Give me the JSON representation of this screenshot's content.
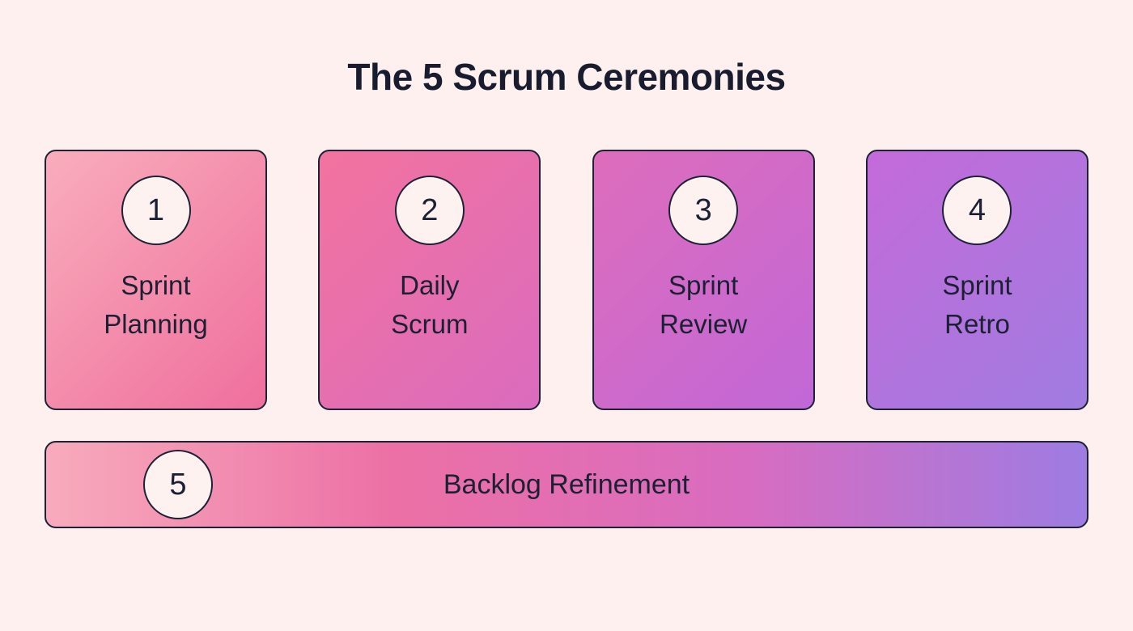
{
  "title": "The 5 Scrum Ceremonies",
  "colors": {
    "background": "#fdf0ee",
    "text": "#1c2033",
    "border": "#1e2235",
    "badge_fill": "#fdf2f0"
  },
  "cards": [
    {
      "number": "1",
      "label_line1": "Sprint",
      "label_line2": "Planning",
      "gradient": {
        "angle": "135deg",
        "stops": [
          "#f9adbc",
          "#ef6f9d"
        ]
      }
    },
    {
      "number": "2",
      "label_line1": "Daily",
      "label_line2": "Scrum",
      "gradient": {
        "angle": "135deg",
        "stops": [
          "#f3739e",
          "#da6bbe"
        ]
      }
    },
    {
      "number": "3",
      "label_line1": "Sprint",
      "label_line2": "Review",
      "gradient": {
        "angle": "135deg",
        "stops": [
          "#de6dbb",
          "#c167d7"
        ]
      }
    },
    {
      "number": "4",
      "label_line1": "Sprint",
      "label_line2": "Retro",
      "gradient": {
        "angle": "135deg",
        "stops": [
          "#c46ad9",
          "#a07ce1"
        ]
      }
    }
  ],
  "banner": {
    "number": "5",
    "label": "Backlog Refinement",
    "gradient": {
      "angle": "90deg",
      "stops": [
        "#f8abbc",
        "#ec70a5",
        "#d96cc0",
        "#9d7ce2"
      ]
    }
  }
}
